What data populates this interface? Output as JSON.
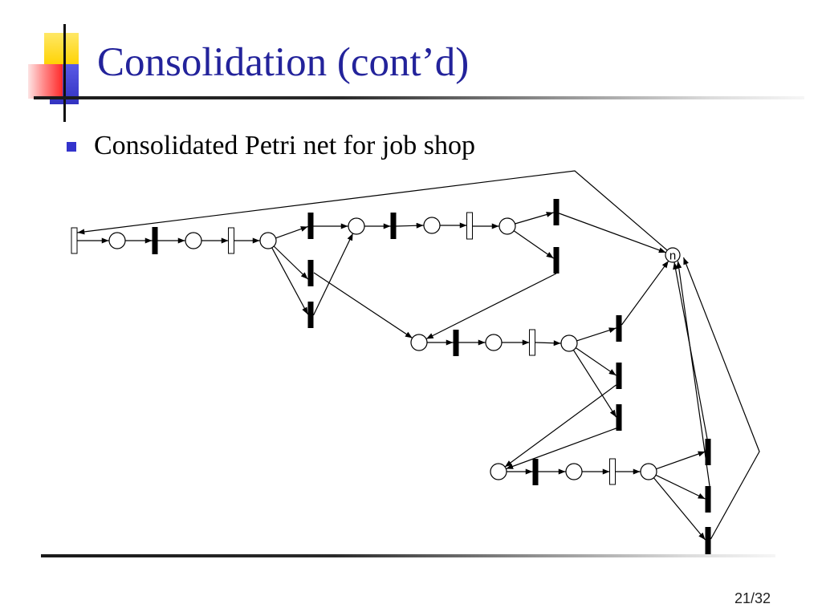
{
  "slide": {
    "title": "Consolidation (cont’d)",
    "bullets": [
      "Consolidated Petri net for job shop"
    ],
    "page_number": "21/32"
  },
  "diagram": {
    "resource_place_label": "n"
  },
  "colors": {
    "title": "#23239b",
    "bullet_marker": "#3333cc",
    "accent_yellow": "#ffd200",
    "accent_red": "#ff2a2a",
    "accent_blue": "#3232c0"
  }
}
